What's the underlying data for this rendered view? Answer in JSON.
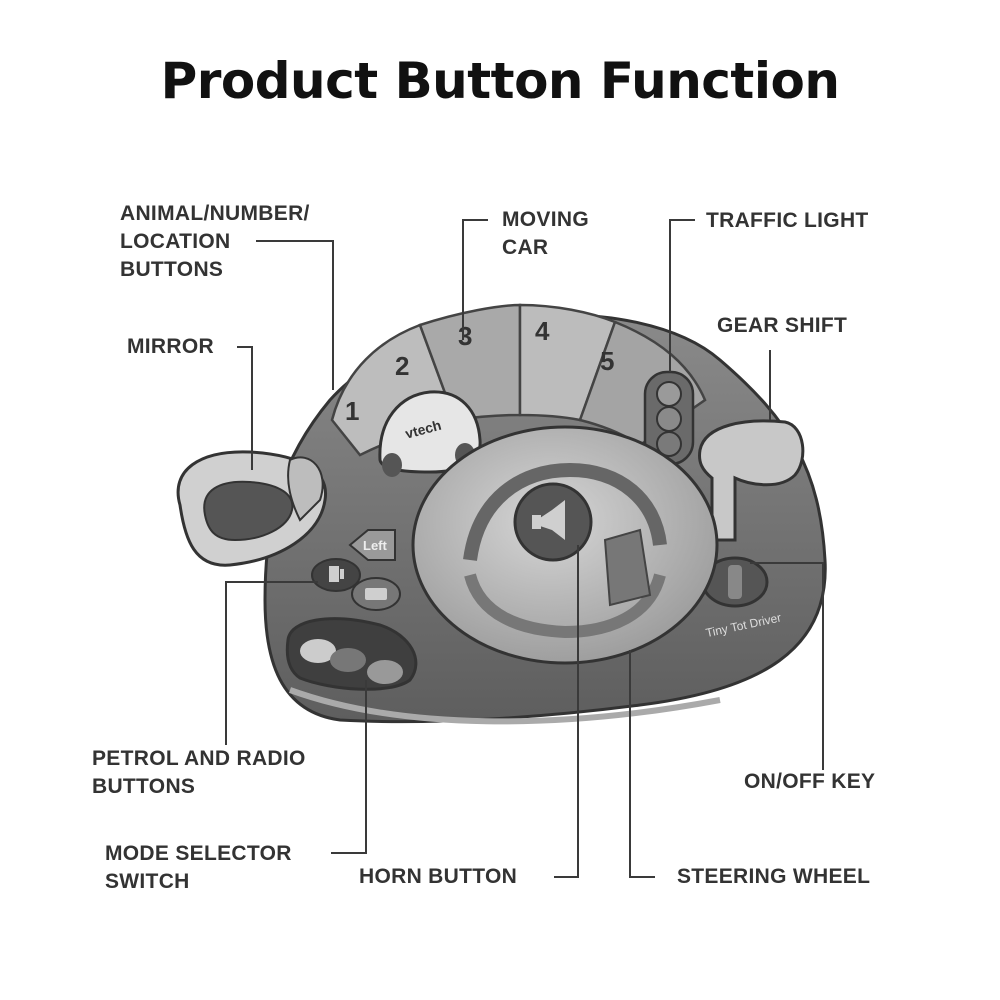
{
  "title": "Product Button Function",
  "labels": {
    "animal_number_location_buttons": "ANIMAL/NUMBER/\nLOCATION\nBUTTONS",
    "moving_car": "MOVING\nCAR",
    "traffic_light": "TRAFFIC LIGHT",
    "gear_shift": "GEAR SHIFT",
    "mirror": "MIRROR",
    "petrol_and_radio_buttons": "PETROL AND RADIO\nBUTTONS",
    "on_off_key": "ON/OFF KEY",
    "mode_selector_switch": "MODE SELECTOR\nSWITCH",
    "horn_button": "HORN BUTTON",
    "steering_wheel": "STEERING WHEEL"
  },
  "device_text": {
    "brand": "vtech",
    "left_button": "Left",
    "model_name": "Tiny Tot Driver"
  },
  "panel_numbers": [
    "1",
    "2",
    "3",
    "4",
    "5"
  ],
  "icons": [
    "horn-icon",
    "fuel-pump-icon",
    "radio-icon"
  ]
}
